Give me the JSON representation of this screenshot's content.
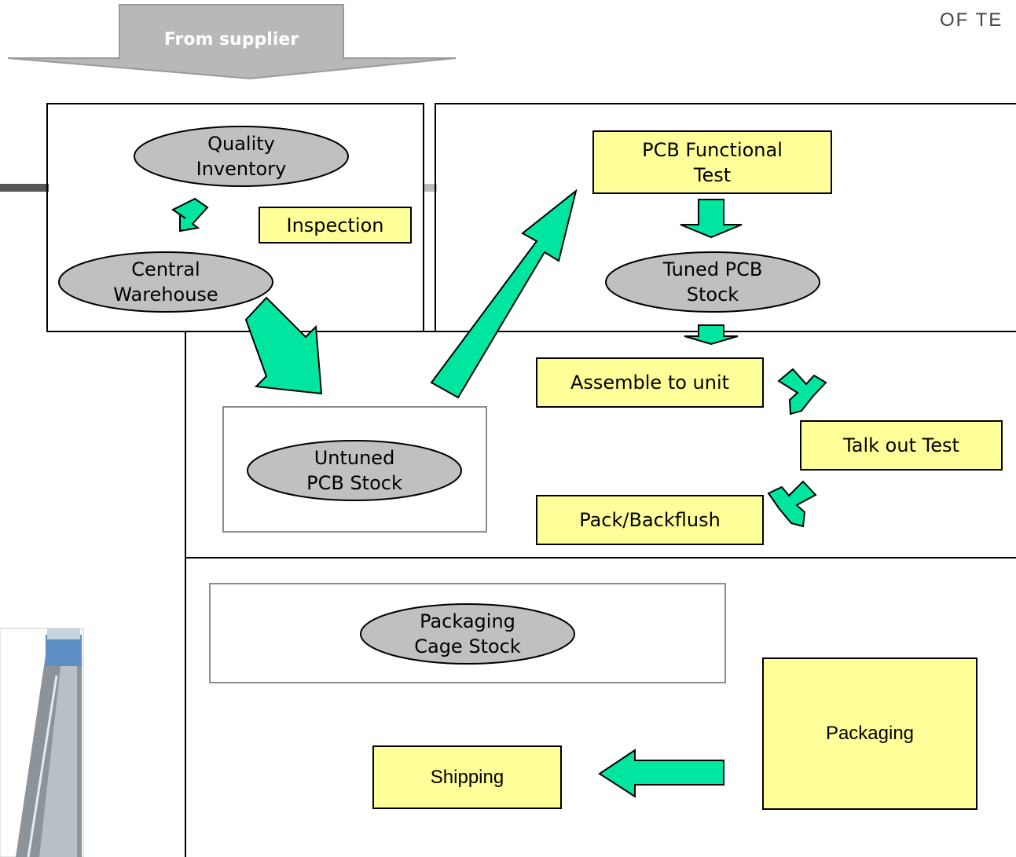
{
  "corner_text": "OF TE",
  "supplier_arrow_label": "From supplier",
  "nodes": {
    "quality_inventory": "Quality\nInventory",
    "inspection": "Inspection",
    "central_warehouse": "Central\nWarehouse",
    "pcb_functional_test": "PCB Functional\nTest",
    "tuned_pcb_stock": "Tuned PCB\nStock",
    "assemble_to_unit": "Assemble to unit",
    "talk_out_test": "Talk out Test",
    "untuned_pcb_stock": "Untuned\nPCB Stock",
    "pack_backflush": "Pack/Backflush",
    "packaging_cage_stock": "Packaging\nCage Stock",
    "packaging": "Packaging",
    "shipping": "Shipping"
  },
  "colors": {
    "process_box": "#ffff99",
    "stock_ellipse": "#c0c0c0",
    "flow_arrow": "#00e6a0",
    "supplier_arrow": "#b3b3b3"
  }
}
